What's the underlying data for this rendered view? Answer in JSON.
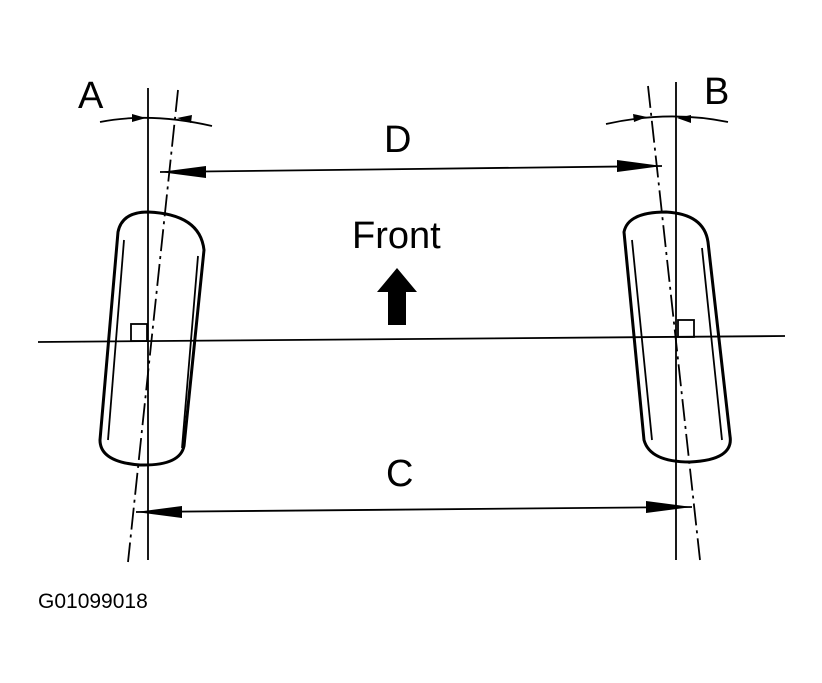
{
  "labels": {
    "A": "A",
    "B": "B",
    "C": "C",
    "D": "D",
    "front": "Front",
    "code": "G01099018"
  },
  "colors": {
    "ink": "#000000",
    "background": "#ffffff"
  },
  "icons": {
    "front_arrow": "up-arrow-icon"
  }
}
